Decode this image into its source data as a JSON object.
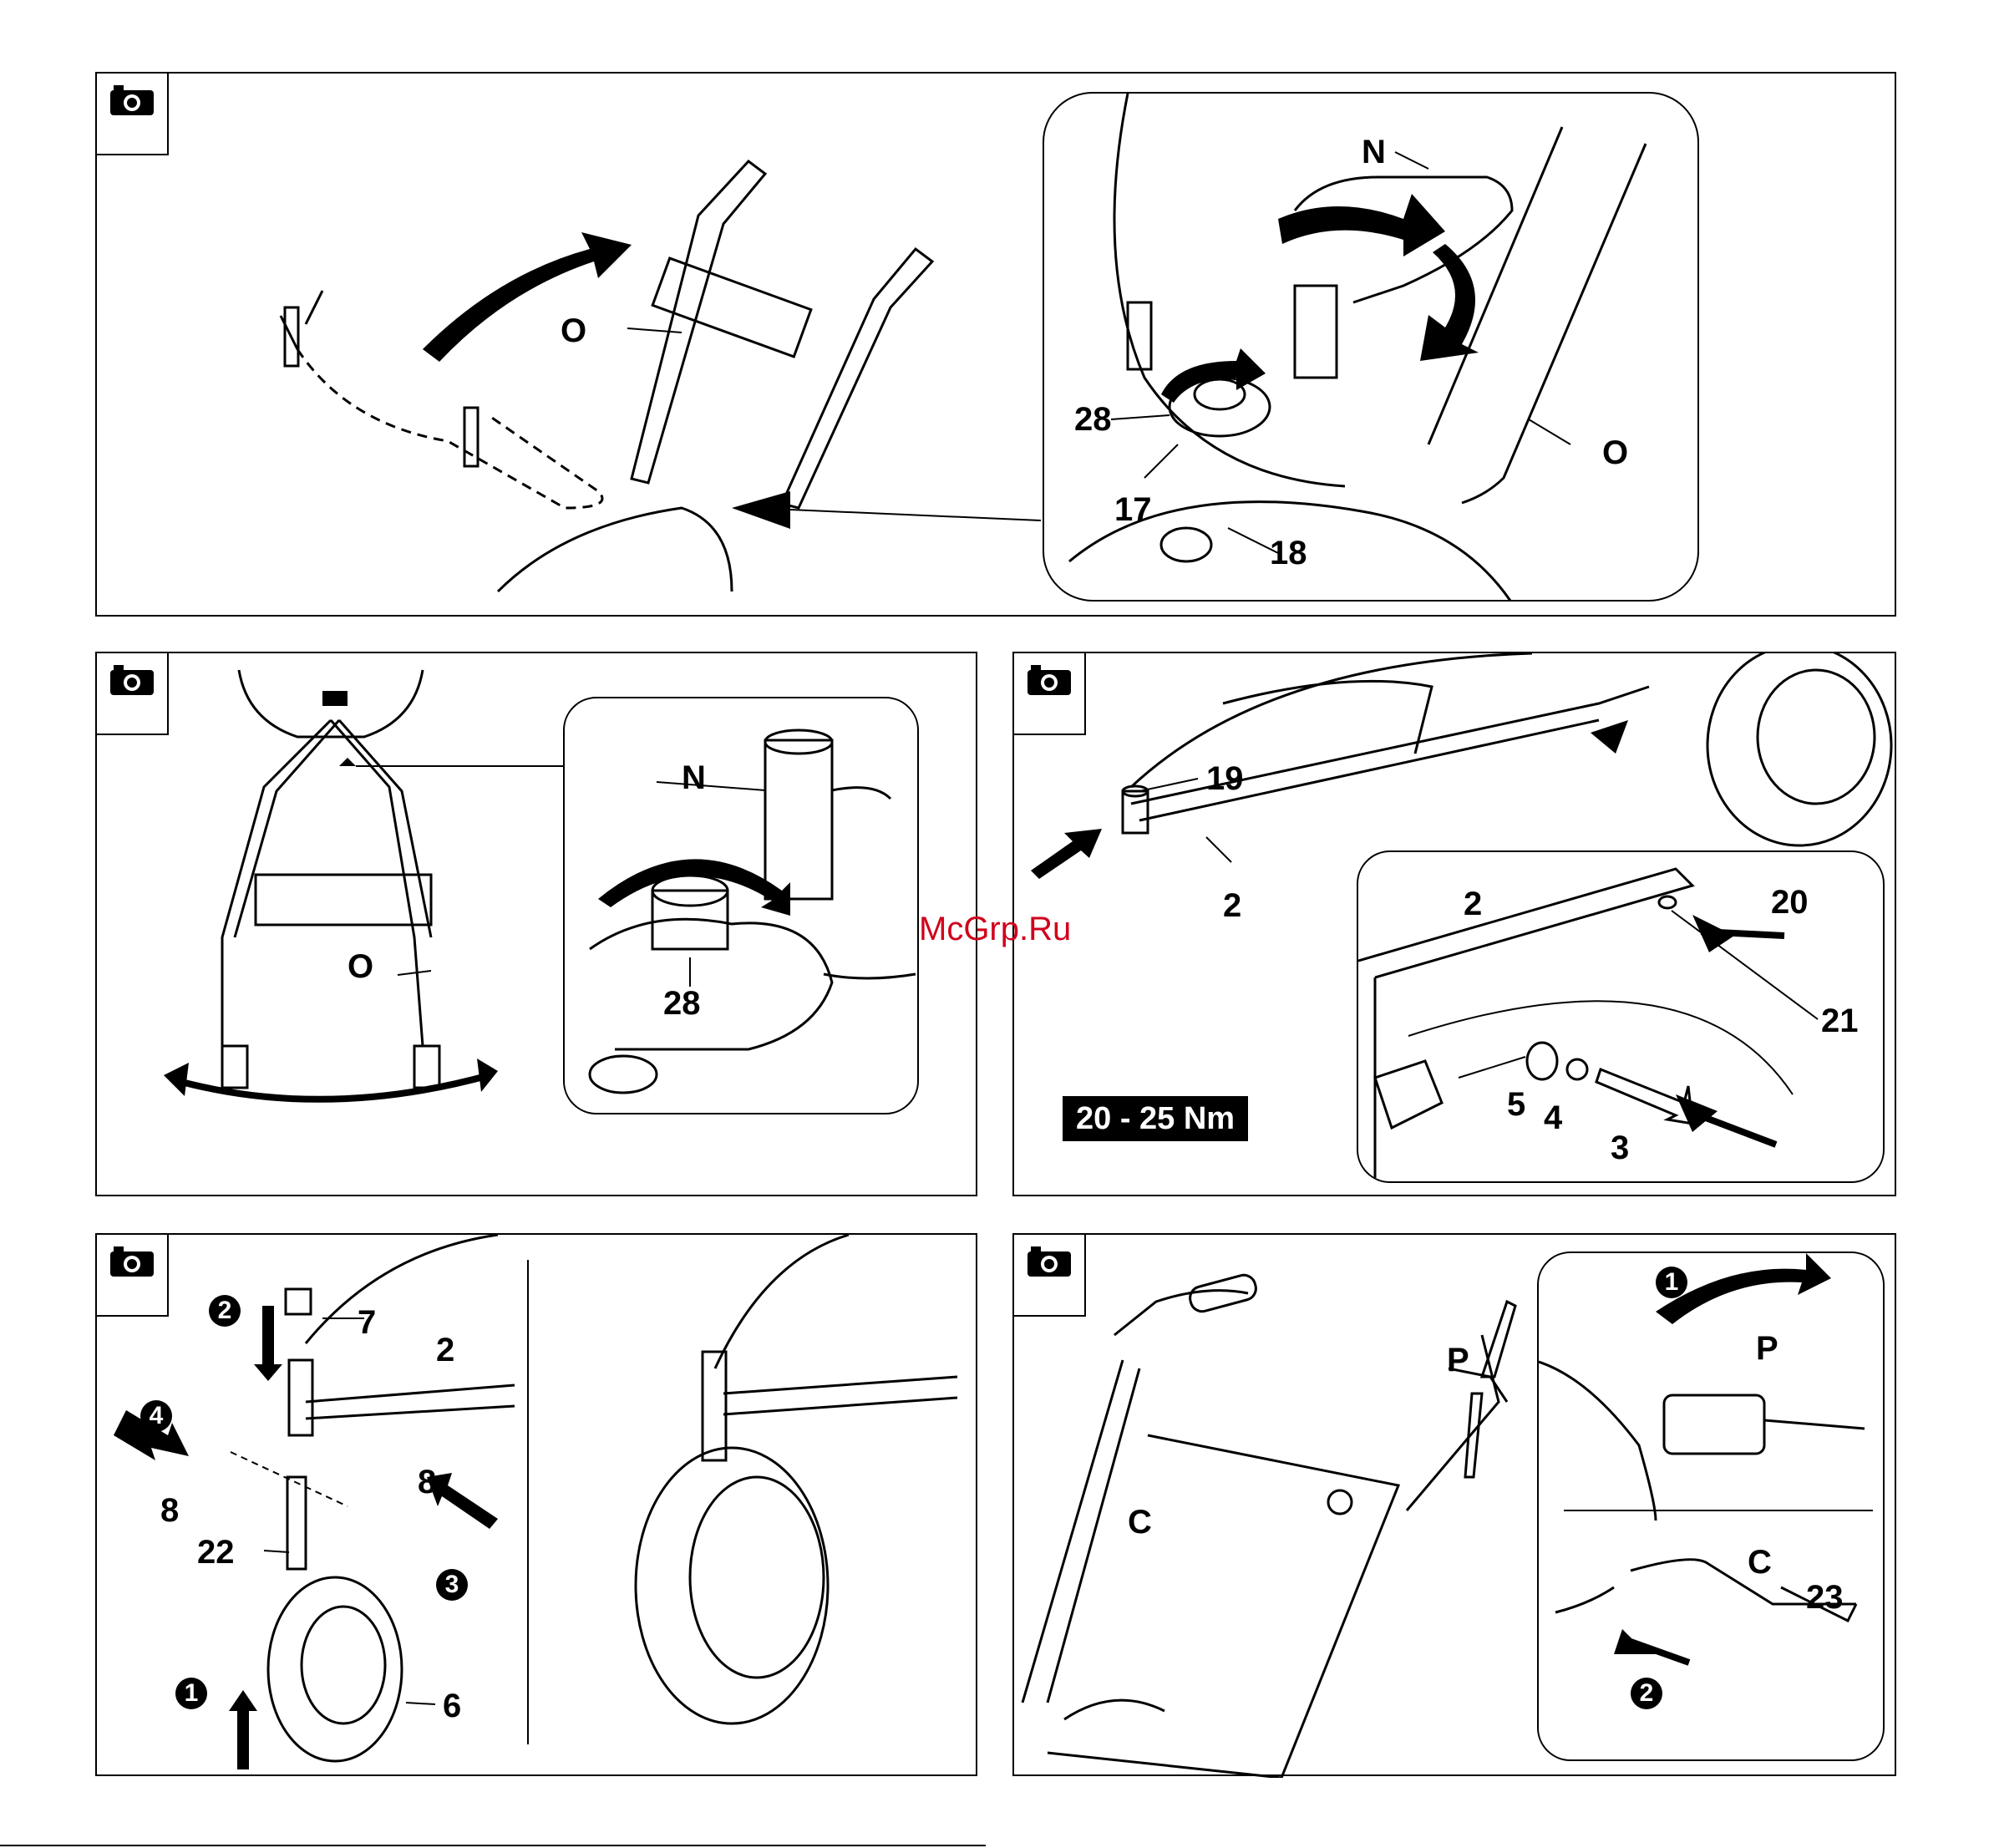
{
  "watermark": "McGrp.Ru",
  "panels": [
    {
      "id": "panel-1",
      "labels": {
        "o_left": "O",
        "n": "N",
        "p28": "28",
        "p17": "17",
        "p18": "18",
        "o_right": "O"
      }
    },
    {
      "id": "panel-2",
      "labels": {
        "o": "O",
        "n": "N",
        "p28": "28"
      }
    },
    {
      "id": "panel-3",
      "labels": {
        "p19": "19",
        "p2a": "2",
        "p2b": "2",
        "p20": "20",
        "p21": "21",
        "p5": "5",
        "p4": "4",
        "p3": "3"
      },
      "torque": "20 - 25 Nm"
    },
    {
      "id": "panel-4",
      "labels": {
        "p7": "7",
        "p2": "2",
        "p8a": "8",
        "p8b": "8",
        "p22": "22",
        "p6": "6"
      },
      "steps": [
        "1",
        "2",
        "3",
        "4"
      ]
    },
    {
      "id": "panel-5",
      "labels": {
        "p": "P",
        "c": "C",
        "p_inset": "P",
        "c_inset": "C",
        "p23": "23"
      },
      "steps": [
        "1",
        "2"
      ]
    }
  ]
}
